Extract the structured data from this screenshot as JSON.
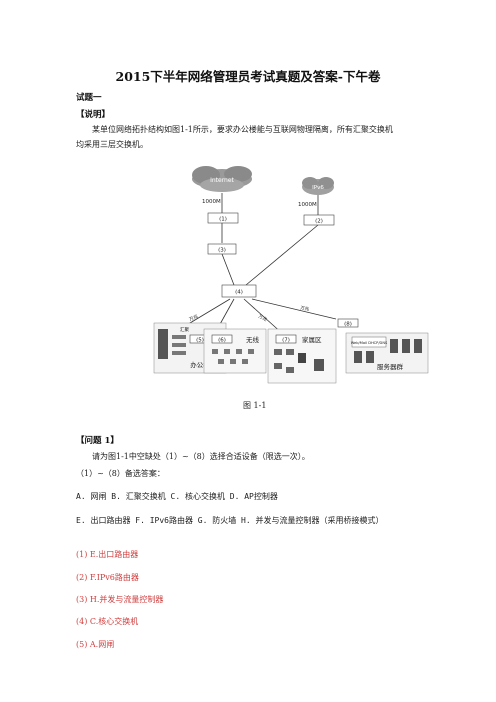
{
  "doc": {
    "title": "2015下半年网络管理员考试真题及答案-下午卷",
    "section": "试题一",
    "desc_heading": "【说明】",
    "desc_line1": "某单位网络拓扑结构如图1-1所示，要求办公楼能与互联网物理隔离，所有汇聚交换机",
    "desc_line2": "均采用三层交换机。",
    "figure_caption": "图 1-1",
    "question_heading": "【问题 1】",
    "q_line1": "请为图1-1中空缺处（1）~（8）选择合适设备（限选一次）。",
    "q_line2": "（1）~（8）备选答案：",
    "options_line1": "A. 网闸 B. 汇聚交换机 C. 核心交换机 D. AP控制器",
    "options_line2": "E. 出口路由器 F. IPv6路由器 G. 防火墙 H. 并发与流量控制器（采用桥接模式）",
    "answers": [
      "(1) E.出口路由器",
      "(2) F.IPv6路由器",
      "(3) H.并发与流量控制器",
      "(4) C.核心交换机",
      "(5) A.网闸"
    ]
  },
  "diagram": {
    "internet_label": "Internet",
    "ipv6_label": "IPv6",
    "link_1000m_left": "1000M",
    "link_1000m_right": "1000M",
    "box1": "(1)",
    "box2": "(2)",
    "box3": "(3)",
    "box4": "(4)",
    "box5": "(5)",
    "box6": "(6)",
    "box7": "(7)",
    "box8": "(8)",
    "office_label": "办公楼",
    "wireless_label": "无线",
    "family_label": "家属区",
    "server_label": "服务器群",
    "server_box": "Web/Mail DHCP/DNS",
    "gigabit_left": "万兆",
    "gigabit_mid": "万兆",
    "gigabit_right": "万兆",
    "agg_label": "汇聚"
  }
}
